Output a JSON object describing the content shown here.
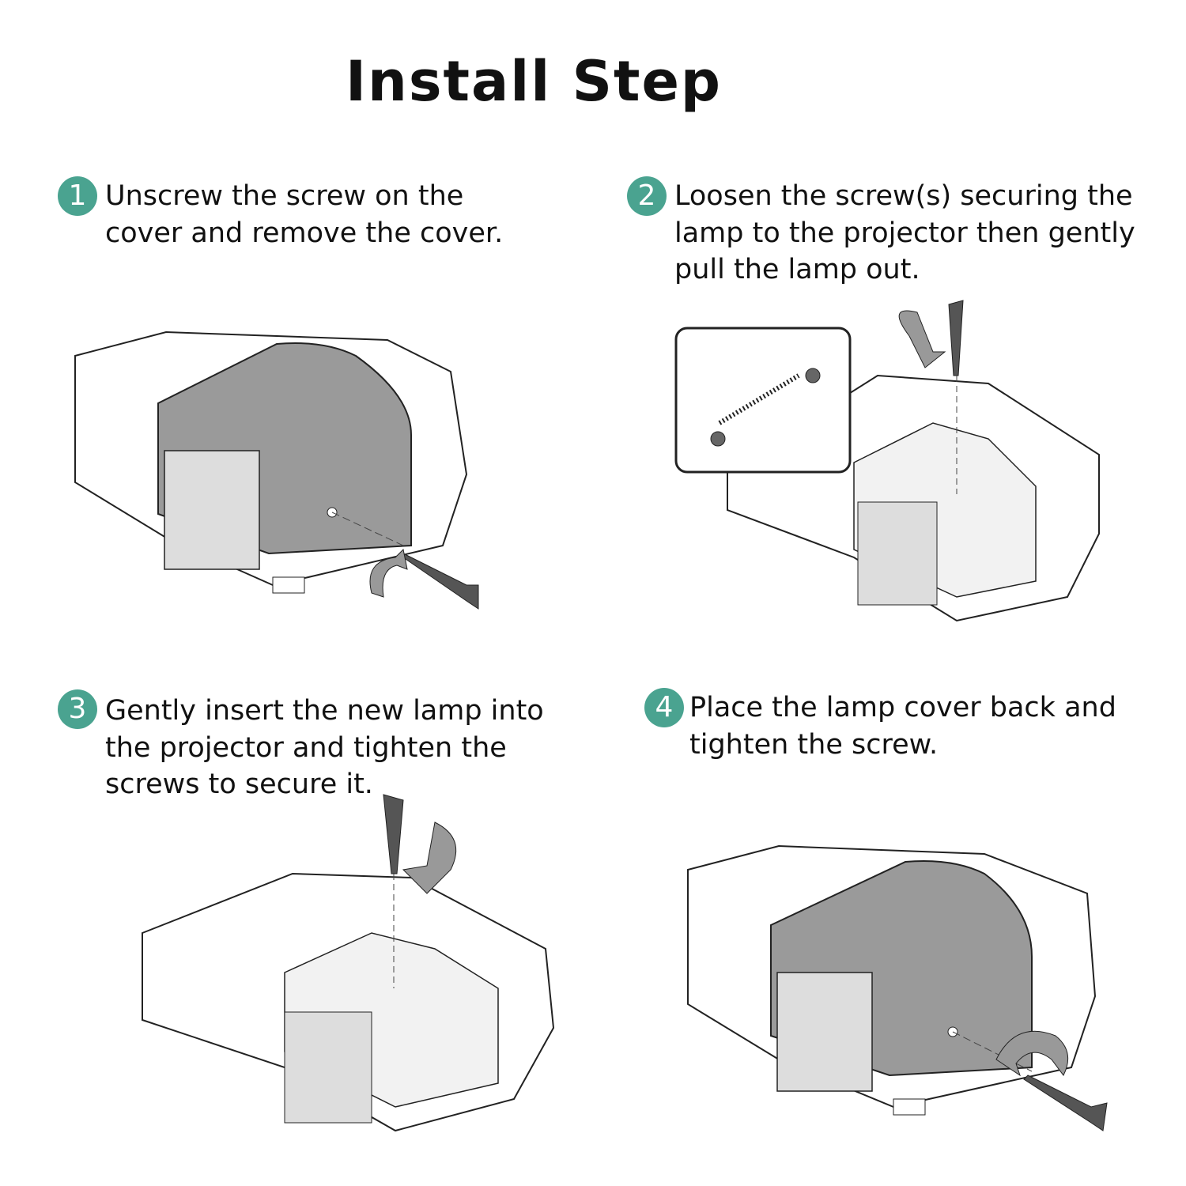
{
  "title": "Install Step",
  "colors": {
    "badge": "#4aa390",
    "cover": "#9a9a9a",
    "outline": "#222222"
  },
  "steps": [
    {
      "number": "1",
      "lines": [
        "Unscrew the screw on the",
        "cover and remove the cover."
      ]
    },
    {
      "number": "2",
      "lines": [
        "Loosen the screw(s) securing the",
        "lamp to the projector then gently",
        "pull the lamp out."
      ]
    },
    {
      "number": "3",
      "lines": [
        "Gently insert the new lamp into",
        "the projector and tighten the",
        "screws to secure it."
      ]
    },
    {
      "number": "4",
      "lines": [
        "Place the lamp cover back and",
        "tighten the screw."
      ]
    }
  ]
}
